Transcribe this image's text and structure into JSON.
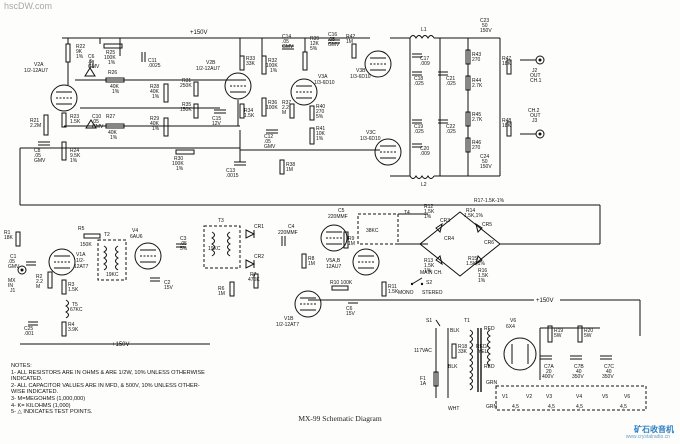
{
  "watermark_top": "hscDW.com",
  "watermark_bottom": "矿石收音机",
  "watermark_bottom_url": "www.crystalradio.cn",
  "caption": "MX-99 Schematic Diagram",
  "notes": {
    "title": "NOTES:",
    "lines": [
      "1- ALL RESISTORS ARE IN OHMS & ARE 1/2W, 10% UNLESS OTHERWISE",
      "    INDICATED.",
      "2- ALL CAPACITOR VALUES ARE IN MFD, & 500V, 10% UNLESS OTHER-",
      "    WISE INDICATED.",
      "3- M=MEGOHMS (1,000,000)",
      "4- K= KILOHMS (1,000)",
      "5- △ INDICATES TEST POINTS."
    ]
  },
  "rails": {
    "top_plus": "+150V",
    "bottom_plus": "+150V",
    "right_plus": "+150V"
  },
  "tubes": {
    "v2a": "V2A\n1/2-12AU7",
    "v2b": "V2B\n1/2-12AU7",
    "v3a": "V3A\n1/3-6D10",
    "v3b": "V3B\n1/3-6D10",
    "v3c": "V3C\n1/3-6D10",
    "v1a": "V1A\n1/2-12AT7",
    "v1b": "V1B\n1/2-12AT7",
    "v4": "V4\n6AU6",
    "v5a": "V5A,B\n12AU7",
    "v6": "V6\n6X4"
  },
  "transformers": {
    "t1": "T1",
    "t2": "T2",
    "t3": "T3",
    "t4": "T4",
    "t5": "T5\n67KC",
    "t2_freq": "19KC",
    "t3_freq": "19KC",
    "t4_freq": "38KC"
  },
  "resistors": {
    "r22": "R22\n9K\n1%",
    "r25": "R25\n100K\n1%",
    "r26": "R26\n40K\n1%",
    "r23": "R23\n1.5K",
    "r27": "R27\n40K\n1%",
    "r21": "R21\n2.2M",
    "r24": "R24\n9.5K\n1%",
    "r28": "R28\n40K\n1%",
    "r29": "R29\n40K\n1%",
    "r30": "R30\n100K\n1%",
    "r31": "R31\n250K",
    "r35": "R35\n150K",
    "r33": "R33\n33K",
    "r34": "R34\n1.5K",
    "r32": "R32\n100K\n1%",
    "r36": "R36\n100K",
    "r37": "R37\n2.2\nM",
    "r39": "R39\n12K\n5%",
    "r40": "R40\n270\n5%",
    "r41": "R41\n10K\n1%",
    "r38": "R38\n1M",
    "r42": "R42\n1M",
    "r43": "R43\n270",
    "r44": "R44\n2.7K",
    "r45": "R45\n2.7K",
    "r46": "R46\n270",
    "r47": "R47\n18K",
    "r48": "R48\n18K",
    "r1": "R1\n18K",
    "r2": "R2\n2.2\nM",
    "r3": "R3\n1.5K",
    "r4": "R4\n3.9K",
    "r5": "R5\n150K",
    "r6": "R6\n1M",
    "r7": "R7\n470K",
    "r8": "R8\n1M",
    "r9": "R9\n1M",
    "r10": "R10 100K",
    "r11": "R11\n1.5K",
    "r12": "R12\n1.5K\n1%",
    "r13": "R13\n1.5K\n1%",
    "r14": "R14\n1.5K\n1%",
    "r15": "R15\n1.5K\n1%",
    "r16": "R16\n1.5K\n1%",
    "r17": "R17-1.5K-1%",
    "r18": "R18\n33K",
    "r19": "R19\n5W",
    "r20": "R20\n5W"
  },
  "capacitors": {
    "c5x": "C6\n.5\nGMV",
    "c11": "C11\n.0025",
    "c10": "C10\n.05\nGMV",
    "c8": "C8\n.05\nGMV",
    "c14": "C14\n.05\nGMV",
    "c15": "C15\n12V",
    "c12": "C12\n.05\nGMV",
    "c13": "C13\n.0015",
    "c16": "C16\n.05\nGMV",
    "c17": "C17\n.009",
    "c18": "C18\n.025",
    "c19": "C19\n.025",
    "c20": "C20\n.009",
    "c21": "C21\n.025",
    "c22": "C22\n.025",
    "c23": "C23\n50\n150V",
    "c24": "C24\n50\n150V",
    "c1": "C1\n.05\nGMV",
    "c2": "C2\n15V",
    "c3": "C3\n.05\n5%",
    "c4": "C4\n220MMF",
    "c5": "C5\n220MMF",
    "c6": "C6\n15V",
    "c25": "C25\n.001",
    "c7a": "C7A\n20\n400V",
    "c7b": "C7B\n40\n350V",
    "c7c": "C7C\n40\n350V"
  },
  "misc": {
    "l1": "L1",
    "l2": "L2",
    "cr1": "CR1",
    "cr2": "CR2",
    "cr3": "CR3",
    "cr4": "CR4",
    "cr5": "CR5",
    "cr6": "CR6",
    "s1": "S1",
    "s2": "S2",
    "f1": "F1\n1A",
    "vac": "117VAC",
    "main_ch": "MAIN CH.",
    "stereo": "STEREO",
    "mono": "MONO",
    "j1": "MX\nIN\nJ1",
    "j2": "J2\nOUT\nCH.1",
    "j3": "CH.2\nOUT\nJ3",
    "blk": "BLK",
    "red": "RED",
    "red_yel": "RED/\nYEL",
    "grn": "GRN",
    "wht": "WHT",
    "heaters": [
      "V1",
      "V2",
      "V3",
      "V4",
      "V5",
      "V6"
    ],
    "heater_pins": "4,5"
  }
}
